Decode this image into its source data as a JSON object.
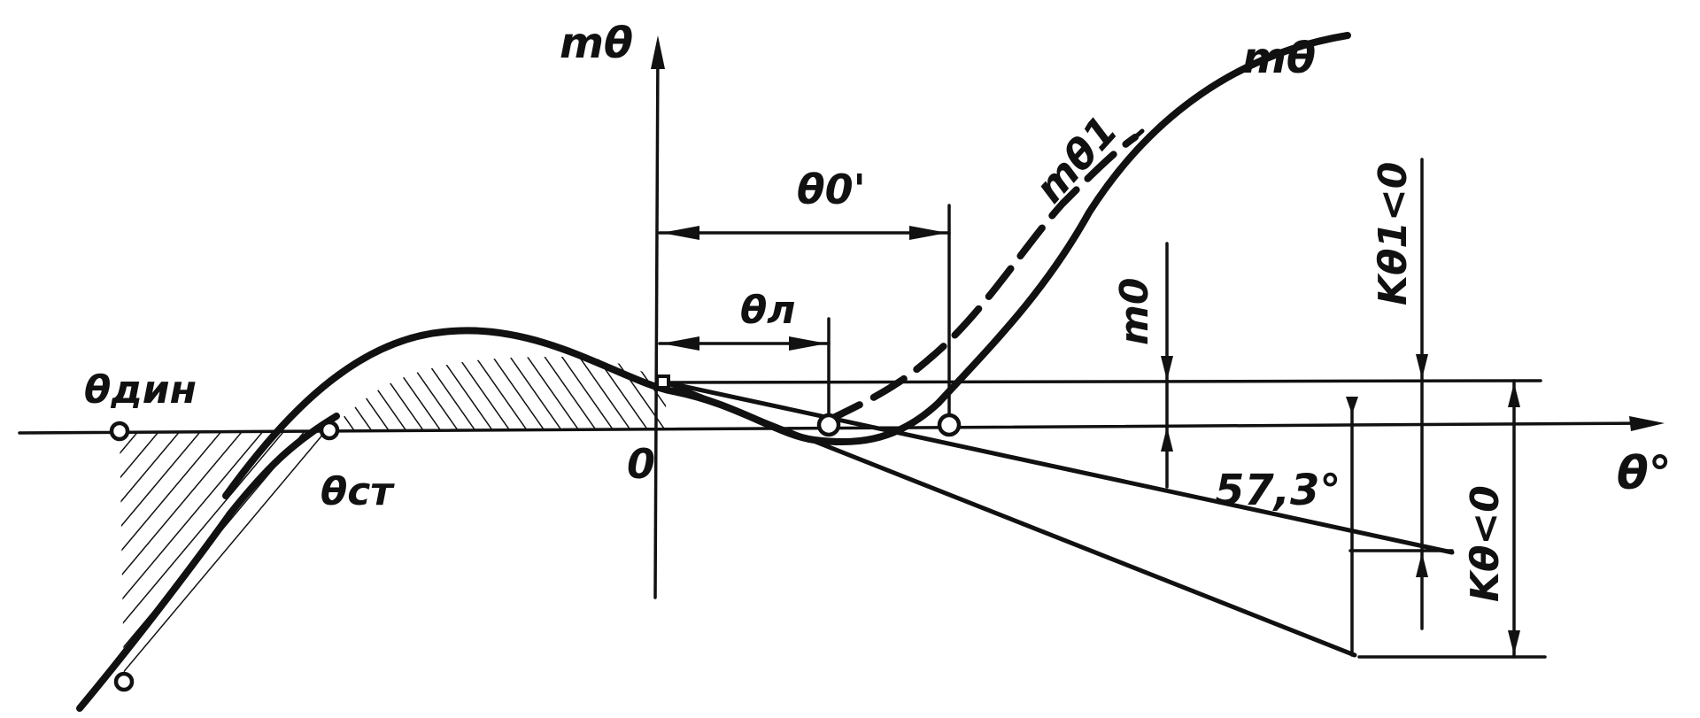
{
  "labels": {
    "y_axis": "mθ",
    "x_axis": "θ°",
    "origin": "0",
    "curve_m_theta": "mθ",
    "curve_m_theta1": "mθ1",
    "m0": "m0",
    "theta_dyn": "θдин",
    "theta_st": "θст",
    "theta_0_prime": "θ0'",
    "theta_l": "θл",
    "angle_57": "57,3°",
    "k_theta1": "Kθ1<0",
    "k_theta": "Kθ<0"
  },
  "colors": {
    "ink": "#111111",
    "paper": "#ffffff"
  }
}
